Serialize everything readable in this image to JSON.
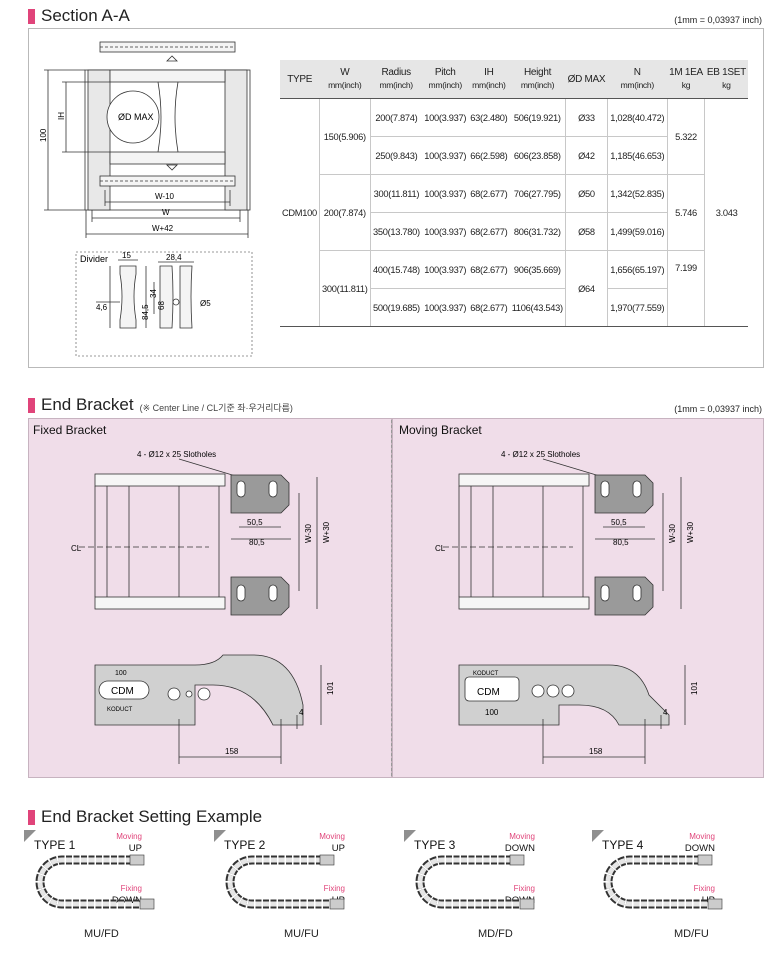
{
  "section_a": {
    "title": "Section A-A",
    "unit_note": "(1mm = 0,03937 inch)",
    "drawing": {
      "dim_100": "100",
      "dim_ih": "IH",
      "dim_w10": "W-10",
      "dim_w": "W",
      "dim_w42": "W+42",
      "dmax": "ØD MAX",
      "divider_label": "Divider",
      "div_15": "15",
      "div_28_4": "28,4",
      "div_4_6": "4,6",
      "div_84_5": "84,5",
      "div_68": "68",
      "div_34": "34",
      "div_phi5": "Ø5"
    },
    "table": {
      "headers": [
        {
          "top": "TYPE",
          "unit": ""
        },
        {
          "top": "W",
          "unit": "mm(inch)"
        },
        {
          "top": "Radius",
          "unit": "mm(inch)"
        },
        {
          "top": "Pitch",
          "unit": "mm(inch)"
        },
        {
          "top": "IH",
          "unit": "mm(inch)"
        },
        {
          "top": "Height",
          "unit": "mm(inch)"
        },
        {
          "top": "ØD MAX",
          "unit": ""
        },
        {
          "top": "N",
          "unit": "mm(inch)"
        },
        {
          "top": "1M 1EA",
          "unit": "kg"
        },
        {
          "top": "EB 1SET",
          "unit": "kg"
        }
      ],
      "type": "CDM100",
      "w_values": [
        "150(5.906)",
        "200(7.874)",
        "300(11.811)"
      ],
      "rows": [
        {
          "radius": "200(7.874)",
          "pitch": "100(3.937)",
          "ih": "63(2.480)",
          "height": "506(19.921)",
          "n": "1,028(40.472)"
        },
        {
          "radius": "250(9.843)",
          "pitch": "100(3.937)",
          "ih": "66(2.598)",
          "height": "606(23.858)",
          "n": "1,185(46.653)"
        },
        {
          "radius": "300(11.811)",
          "pitch": "100(3.937)",
          "ih": "68(2.677)",
          "height": "706(27.795)",
          "n": "1,342(52.835)"
        },
        {
          "radius": "350(13.780)",
          "pitch": "100(3.937)",
          "ih": "68(2.677)",
          "height": "806(31.732)",
          "n": "1,499(59.016)"
        },
        {
          "radius": "400(15.748)",
          "pitch": "100(3.937)",
          "ih": "68(2.677)",
          "height": "906(35.669)",
          "n": "1,656(65.197)"
        },
        {
          "radius": "500(19.685)",
          "pitch": "100(3.937)",
          "ih": "68(2.677)",
          "height": "1106(43.543)",
          "n": "1,970(77.559)"
        }
      ],
      "dmax_values": [
        "Ø33",
        "Ø42",
        "Ø50",
        "Ø58",
        "Ø64"
      ],
      "weights_1m": [
        "5.322",
        "5.746",
        "7.199"
      ],
      "eb_1set": "3.043"
    }
  },
  "end_bracket": {
    "title": "End Bracket",
    "note": "(※ Center Line / CL기준 좌·우거리다름)",
    "unit_note": "(1mm = 0,03937 inch)",
    "fixed": {
      "label": "Fixed Bracket",
      "slotholes": "4 - Ø12 x 25 Slotholes",
      "cl": "CL",
      "d50_5": "50,5",
      "d80_5": "80,5",
      "dw30a": "W-30",
      "dw30b": "W+30",
      "d101": "101",
      "d4": "4",
      "d158": "158",
      "logo": "CDM",
      "num": "100",
      "brand": "KODUCT"
    },
    "moving": {
      "label": "Moving Bracket",
      "slotholes": "4 - Ø12 x 25 Slotholes",
      "cl": "CL",
      "d50_5": "50,5",
      "d80_5": "80,5",
      "dw30a": "W-30",
      "dw30b": "W+30",
      "d101": "101",
      "d4": "4",
      "d158": "158",
      "logo": "CDM",
      "num": "100",
      "brand": "KODUCT"
    }
  },
  "setting_example": {
    "title": "End Bracket Setting Example",
    "moving_label": "Moving",
    "fixing_label": "Fixing",
    "types": [
      {
        "name": "TYPE 1",
        "moving": "UP",
        "fixing": "DOWN",
        "code": "MU/FD"
      },
      {
        "name": "TYPE 2",
        "moving": "UP",
        "fixing": "UP",
        "code": "MU/FU"
      },
      {
        "name": "TYPE 3",
        "moving": "DOWN",
        "fixing": "DOWN",
        "code": "MD/FD"
      },
      {
        "name": "TYPE 4",
        "moving": "DOWN",
        "fixing": "UP",
        "code": "MD/FU"
      }
    ]
  }
}
